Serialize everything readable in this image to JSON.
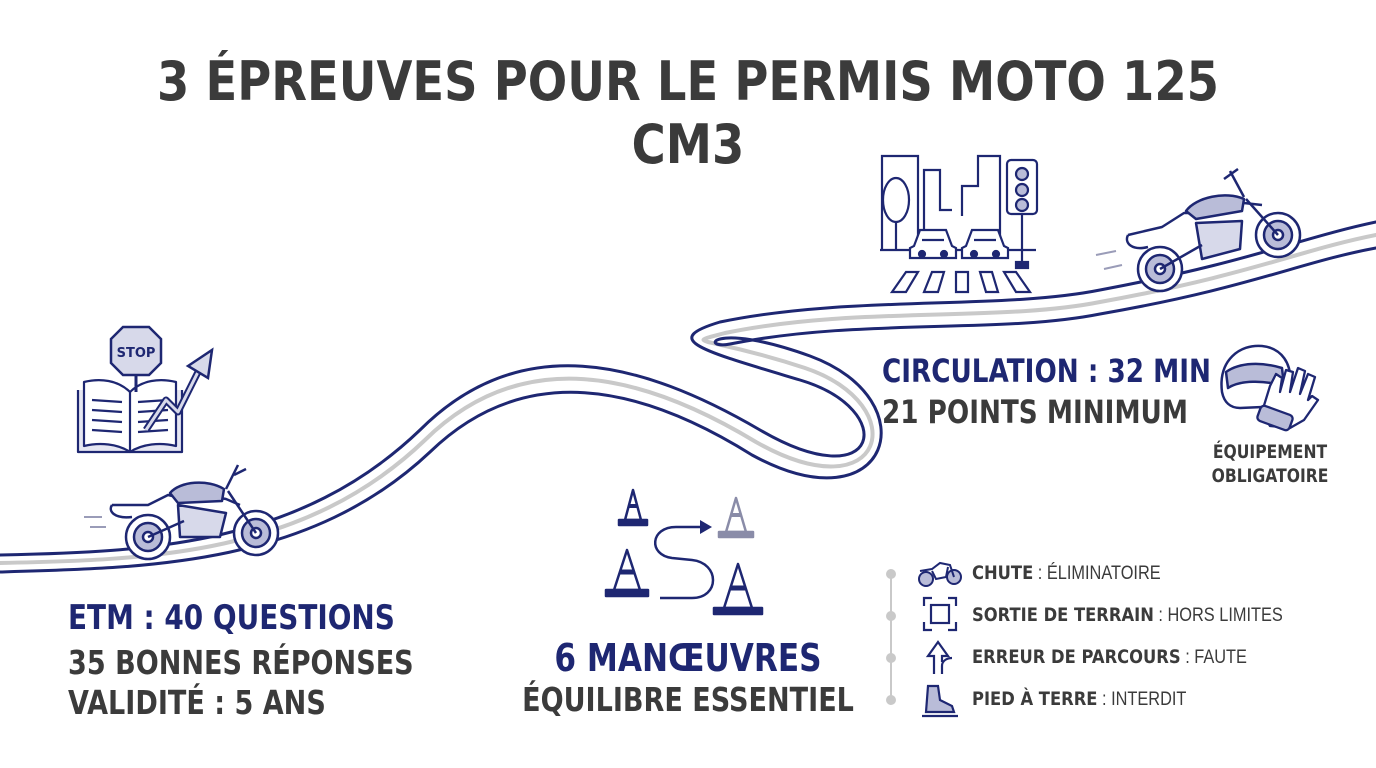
{
  "title": "3 ÉPREUVES POUR LE PERMIS MOTO 125 CM3",
  "etm": {
    "heading": "ETM : 40 QUESTIONS",
    "line2": "35 BONNES RÉPONSES",
    "line3": "VALIDITÉ : 5 ANS",
    "stop_sign": "STOP"
  },
  "manoeuvres": {
    "heading": "6 MANŒUVRES",
    "line2": "ÉQUILIBRE ESSENTIEL"
  },
  "circulation": {
    "heading": "CIRCULATION : 32 MIN",
    "line2": "21 POINTS MINIMUM"
  },
  "equipment": {
    "line1": "ÉQUIPEMENT",
    "line2": "OBLIGATOIRE"
  },
  "rules": [
    {
      "key": "CHUTE",
      "sep": " : ",
      "value": "ÉLIMINATOIRE",
      "icon": "motorcycle-fall-icon"
    },
    {
      "key": "SORTIE DE TERRAIN",
      "sep": " : ",
      "value": "HORS LIMITES",
      "icon": "boundary-frame-icon"
    },
    {
      "key": "ERREUR DE PARCOURS",
      "sep": " : ",
      "value": "FAUTE",
      "icon": "route-arrows-icon"
    },
    {
      "key": "PIED À TERRE",
      "sep": " : ",
      "value": "INTERDIT",
      "icon": "boot-on-ground-icon"
    }
  ],
  "colors": {
    "navy": "#1e2772",
    "text_gray": "#3b3b3b",
    "road_gray": "#c9c9c9",
    "icon_fill": "#b9bcd8"
  }
}
